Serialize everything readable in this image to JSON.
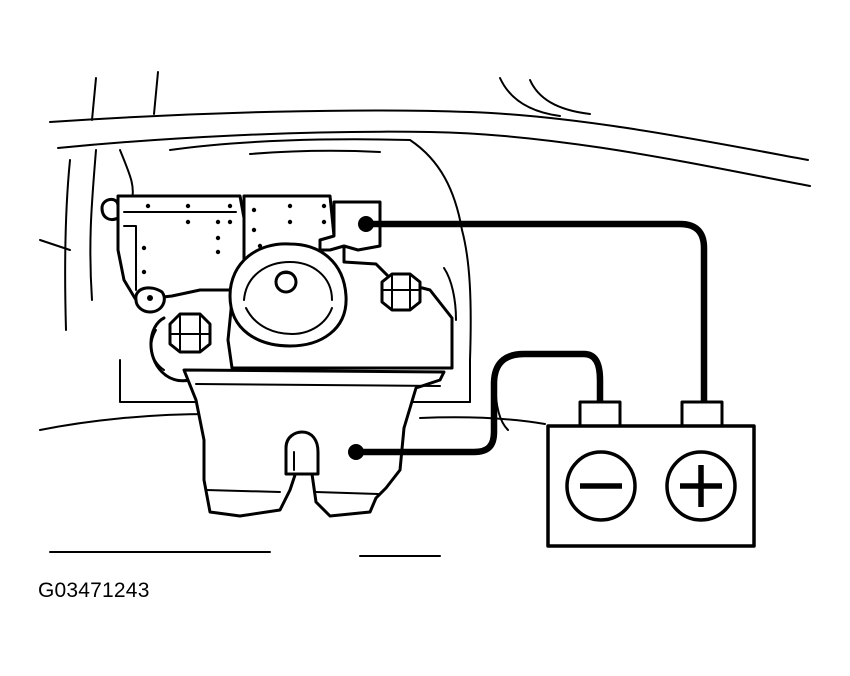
{
  "figure": {
    "id_label": "G03471243"
  },
  "battery": {
    "negative_symbol": "minus-symbol",
    "positive_symbol": "plus-symbol"
  },
  "colors": {
    "ink": "#000000",
    "paper": "#ffffff"
  }
}
